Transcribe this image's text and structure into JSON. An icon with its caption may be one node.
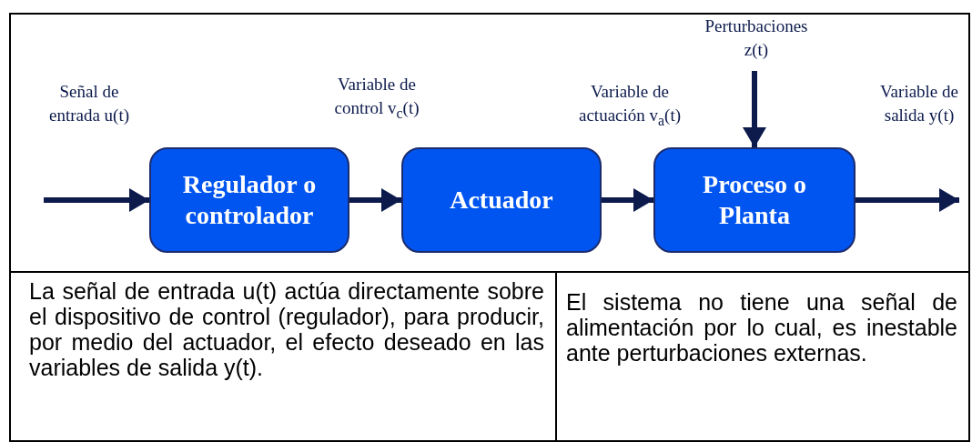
{
  "diagram": {
    "nodes": [
      {
        "text": [
          "Regulador o controlador"
        ]
      },
      {
        "text": [
          "Actuador"
        ]
      },
      {
        "text": [
          "Proceso o Planta"
        ]
      }
    ],
    "edges": [
      {
        "from": null,
        "to": 0,
        "arrow": "to",
        "label": "Señal de entrada u(t)"
      },
      {
        "from": 0,
        "to": 1,
        "arrow": "to",
        "label": "Variable de control v$_{c}$(t)"
      },
      {
        "from": 1,
        "to": 2,
        "arrow": "to",
        "label": "Variable de actuación v$_{a}$(t)"
      },
      {
        "from": null,
        "to": 2,
        "arrow": "to",
        "label": "Perturbaciones z(t)"
      },
      {
        "from": 2,
        "to": null,
        "arrow": "to",
        "label": "Variable de salida y(t)"
      }
    ],
    "labels": [
      "La señal de entrada u(t) actúa directamente sobre el dispositivo de control (regulador), para producir, por medio del actuador, el efecto deseado en las variables de salida y(t).",
      "El sistema no tiene una señal de alimentación por lo cual, es inestable ante perturbaciones externas."
    ]
  }
}
